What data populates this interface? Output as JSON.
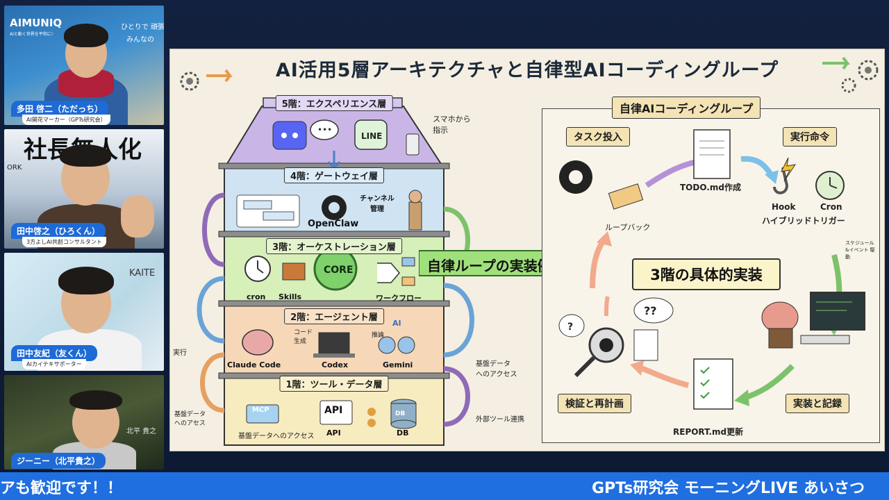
{
  "stage": {
    "bg_color": "#0c1a33",
    "ticker_color": "#1f6fe0"
  },
  "participants": [
    {
      "name": "多田 啓二（ただっち）",
      "subtitle": "AI開花マーカー（GPTs研究会）",
      "bg_text_top": "AIMUNIQ",
      "bg_text_sub": "AIと動く世界を平和に!",
      "bg_text_right": "ひとりで 頑張",
      "bg_text_right2": "みんなの"
    },
    {
      "name": "田中啓之（ひろくん）",
      "subtitle": "3方よしAI共創コンサルタント",
      "bg_text_top": "社長無人化",
      "bg_text_side": "ORK"
    },
    {
      "name": "田中友紀（友くん）",
      "subtitle": "AIカイテキサポーター",
      "bg_text_top": "KAITE"
    },
    {
      "name": "ジーニー（北平貴之）",
      "subtitle": "",
      "bg_text_top": "北平 貴之"
    }
  ],
  "slide": {
    "title": "AI活用5層アーキテクチャと自律型AIコーディングループ",
    "floors": [
      {
        "label": "5階：エクスペリエンス層",
        "icons": [
          "discord-icon",
          "chat-bubble-icon",
          "LINE",
          "smartphone-icon"
        ]
      },
      {
        "label": "4階：ゲートウェイ層",
        "items": [
          "OpenClaw",
          "チャンネル 管理"
        ]
      },
      {
        "label": "3階：オーケストレーション層",
        "items": [
          "cron",
          "Skills",
          "CORE",
          "ワークフロー"
        ]
      },
      {
        "label": "2階：エージェント層",
        "items": [
          "Claude Code",
          "Codex",
          "Gemini",
          "コード 生成",
          "推論",
          "AI"
        ]
      },
      {
        "label": "1階：ツール・データ層",
        "items": [
          "MCP",
          "API",
          "DB",
          "基盤データへのアクセス",
          "API",
          "DB"
        ]
      }
    ],
    "side_notes": {
      "phone": "スマホから 指示",
      "exec": "実行",
      "base_left": "基盤データ へのアセス",
      "base_right": "基盤データ へのアクセス",
      "external": "外部ツール連携"
    },
    "center_arrow": "自律ループの実装例 →",
    "loop": {
      "heading": "自律AIコーディングループ",
      "impl_title": "3階の具体的実装",
      "steps": [
        "タスク投入",
        "実行命令",
        "実装と記録",
        "検証と再計画"
      ],
      "labels": {
        "todo": "TODO.md作成",
        "hook": "Hook",
        "cron": "Cron",
        "hybrid": "ハイブリッドトリガー",
        "schedule": "スケジュール &イベント 駆動",
        "loopback": "ループバック",
        "report": "REPORT.md更新"
      }
    }
  },
  "ticker": {
    "left": "アも歓迎です！！",
    "right": "GPTs研究会 モーニングLIVE あいさつ"
  }
}
